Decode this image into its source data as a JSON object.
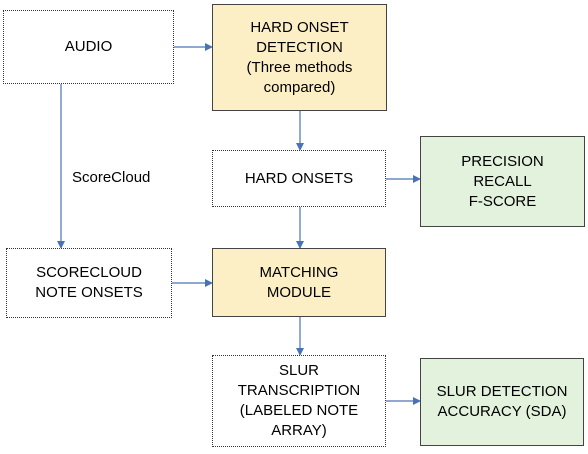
{
  "colors": {
    "process_fill": "#fcefc5",
    "evaluation_fill": "#e2f2dc",
    "input_fill": "#ffffff",
    "arrow": "#4a73b6"
  },
  "nodes": {
    "audio": "AUDIO",
    "hard_onset_detection": "HARD ONSET\nDETECTION\n(Three methods\ncompared)",
    "hard_onsets": "HARD ONSETS",
    "precision_recall": "PRECISION\nRECALL\nF-SCORE",
    "scorecloud_note_onsets": "SCORECLOUD\nNOTE ONSETS",
    "matching_module": "MATCHING\nMODULE",
    "slur_transcription": "SLUR\nTRANSCRIPTION\n(LABELED NOTE\nARRAY)",
    "slur_detection_accuracy": "SLUR DETECTION\nACCURACY (SDA)"
  },
  "edge_labels": {
    "scorecloud": "ScoreCloud"
  },
  "edges": [
    {
      "from": "audio",
      "to": "hard_onset_detection"
    },
    {
      "from": "audio",
      "to": "scorecloud_note_onsets",
      "label": "ScoreCloud"
    },
    {
      "from": "hard_onset_detection",
      "to": "hard_onsets"
    },
    {
      "from": "hard_onsets",
      "to": "precision_recall"
    },
    {
      "from": "hard_onsets",
      "to": "matching_module"
    },
    {
      "from": "scorecloud_note_onsets",
      "to": "matching_module"
    },
    {
      "from": "matching_module",
      "to": "slur_transcription"
    },
    {
      "from": "slur_transcription",
      "to": "slur_detection_accuracy"
    }
  ]
}
